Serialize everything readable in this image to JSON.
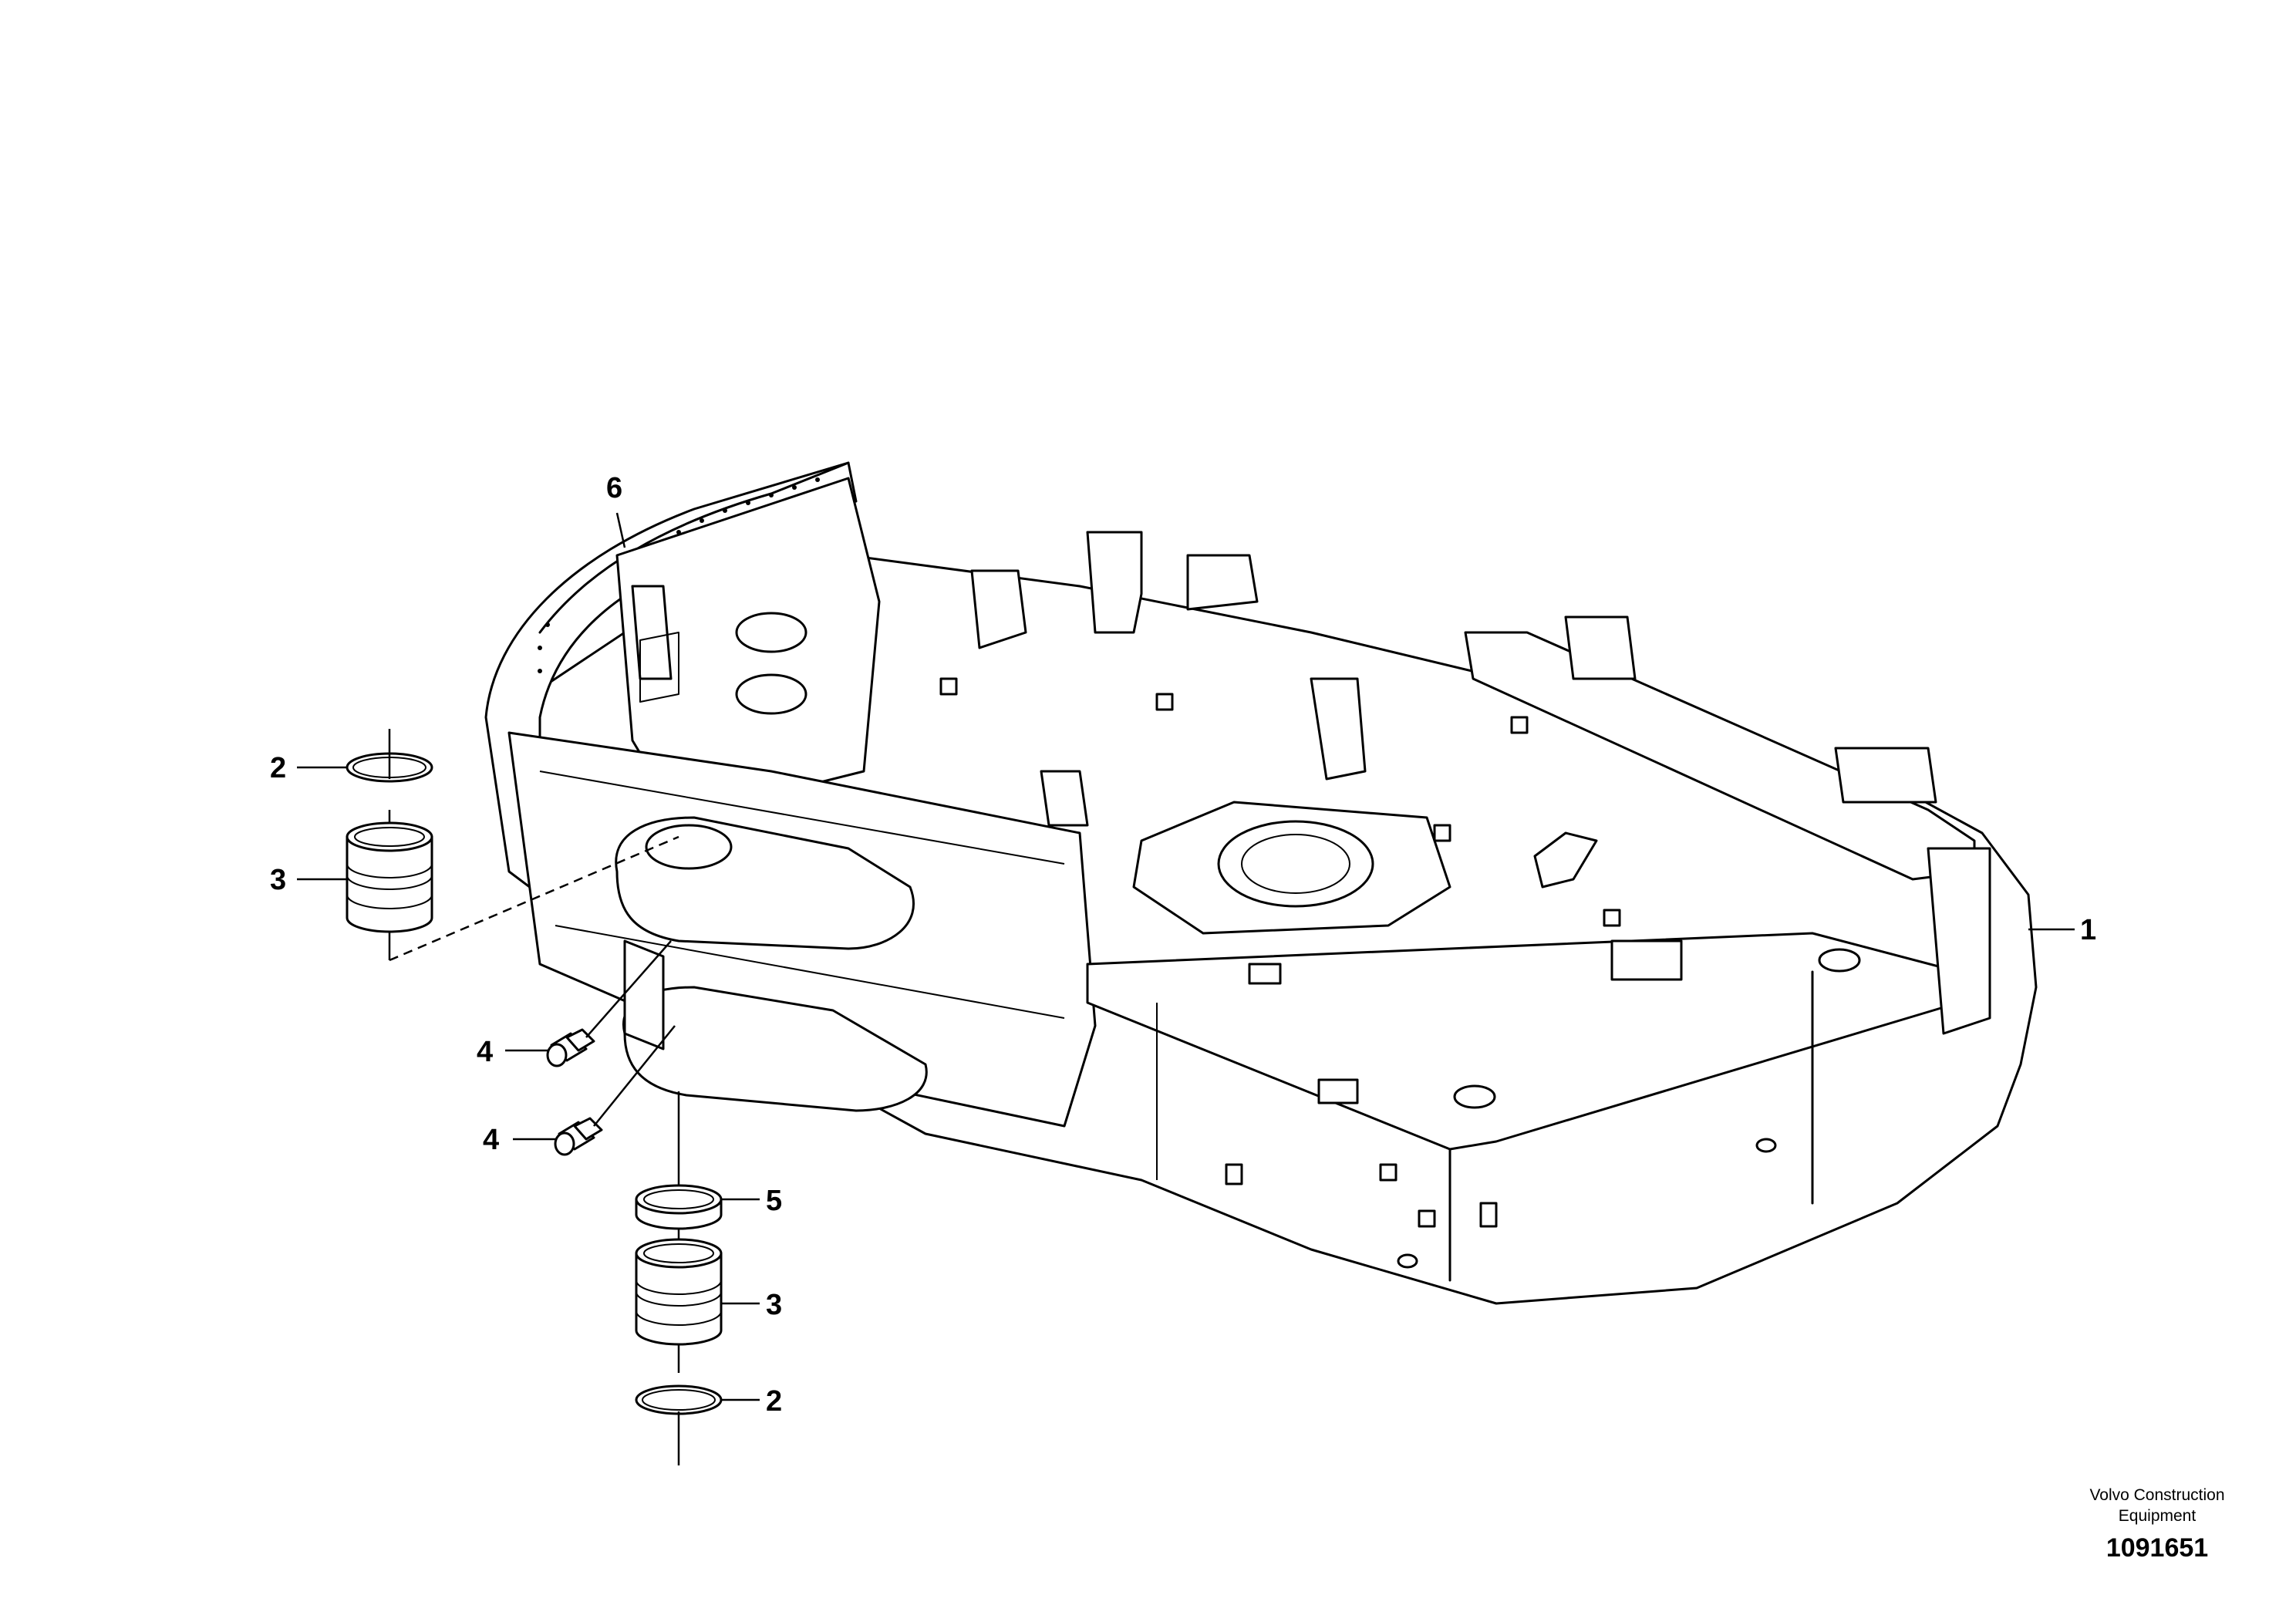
{
  "diagram": {
    "callouts": {
      "c1": "1",
      "c2_top": "2",
      "c2_bottom": "2",
      "c3_top": "3",
      "c3_bottom": "3",
      "c4_top": "4",
      "c4_bottom": "4",
      "c5": "5",
      "c6": "6"
    },
    "credit_line1": "Volvo Construction",
    "credit_line2": "Equipment",
    "document_number": "1091651"
  }
}
